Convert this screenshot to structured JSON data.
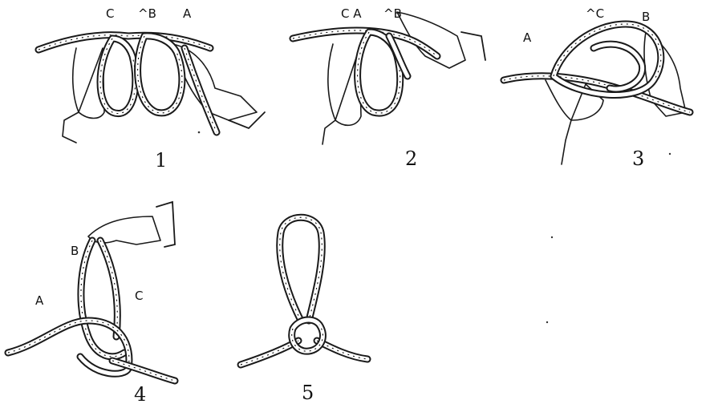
{
  "figures": [
    {
      "number": "1",
      "labels": [
        "C",
        "^B",
        "A"
      ]
    },
    {
      "number": "2",
      "labels": [
        "C A",
        "^B"
      ]
    },
    {
      "number": "3",
      "labels": [
        "A",
        "^C",
        "B"
      ]
    },
    {
      "number": "4",
      "labels": [
        "B",
        "A",
        "C"
      ]
    },
    {
      "number": "5",
      "labels": []
    }
  ]
}
